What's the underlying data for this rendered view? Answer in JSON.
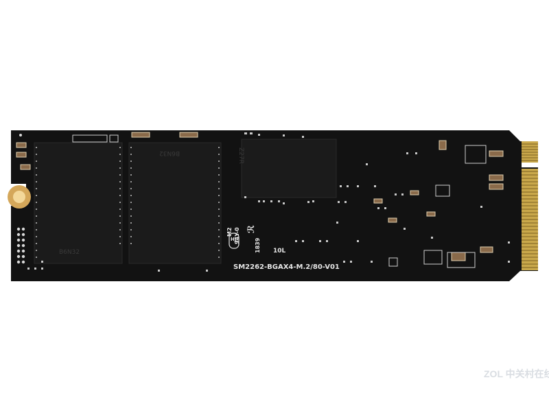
{
  "board": {
    "main_silkscreen": "SM2262-BGAX4-M.2/80-V01",
    "marks": [
      "M2",
      "94Y-0",
      "1839",
      "10L"
    ],
    "chip_labels": [
      "B6N32",
      "B6N32",
      "Z27R"
    ],
    "colors": {
      "pcb": "#121212",
      "nand": "#1b1b1b",
      "gold": "#c9a84b",
      "silkscreen": "#e6e6e6",
      "component": "#8a6a4a"
    }
  },
  "watermark": {
    "text": "ZOL 中关村在线"
  }
}
